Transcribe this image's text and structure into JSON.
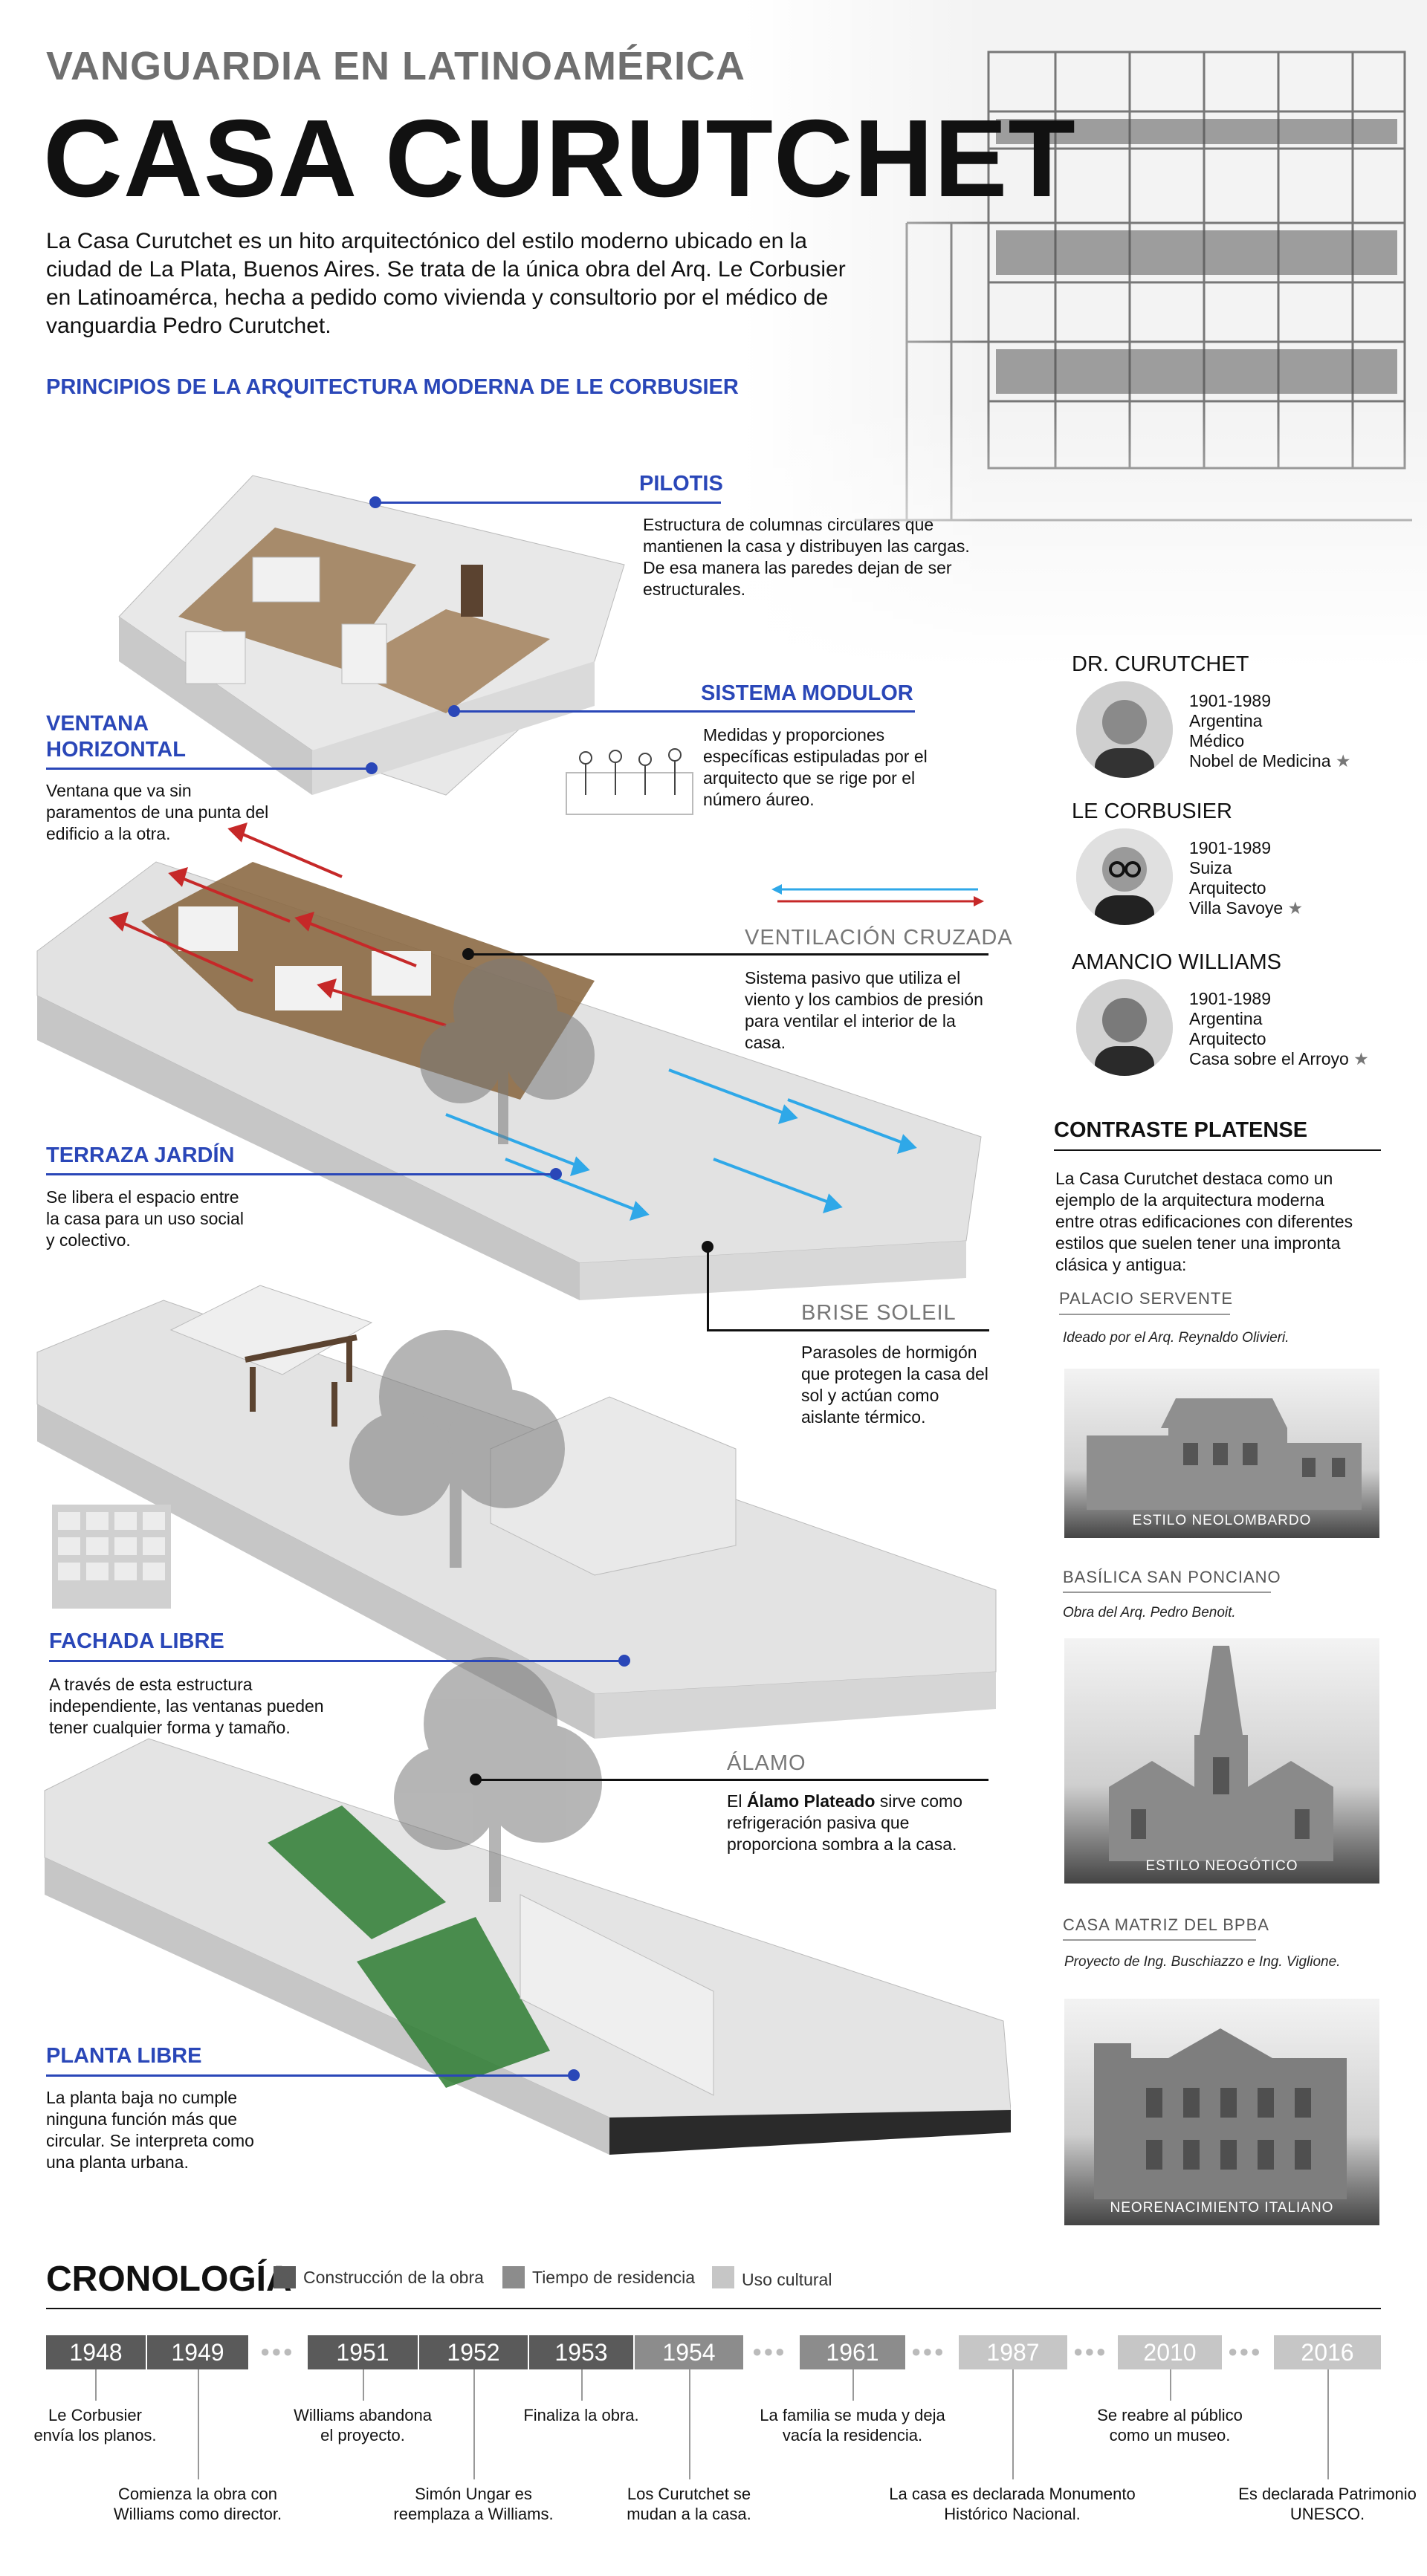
{
  "header": {
    "supertitle": "VANGUARDIA EN LATINOAMÉRICA",
    "title": "CASA CURUTCHET",
    "intro": "La Casa Curutchet es un hito arquitectónico del estilo moderno ubicado en la ciudad de La Plata, Buenos Aires. Se trata de la única obra del Arq. Le Corbusier en Latinoamérca, hecha a pedido como vivienda y consultorio por el médico de vanguardia Pedro Curutchet.",
    "principles_heading": "PRINCIPIOS DE LA ARQUITECTURA MODERNA DE LE CORBUSIER"
  },
  "principles": {
    "pilotis": {
      "title": "PILOTIS",
      "text": "Estructura de columnas circulares que mantienen la casa y distribuyen las cargas. De esa manera las paredes dejan de ser estructurales."
    },
    "modulor": {
      "title": "SISTEMA MODULOR",
      "text": "Medidas y proporciones específicas estipuladas por el arquitecto que se rige por el número áureo."
    },
    "ventana": {
      "title": "VENTANA HORIZONTAL",
      "text": "Ventana que va sin paramentos de una punta del edificio a la otra."
    },
    "ventilacion": {
      "title": "VENTILACIÓN CRUZADA",
      "text": "Sistema pasivo que utiliza el viento y los cambios de presión para ventilar el interior de la casa."
    },
    "terraza": {
      "title": "TERRAZA JARDÍN",
      "text": "Se libera el espacio entre la casa para un uso social y colectivo."
    },
    "brise": {
      "title": "BRISE SOLEIL",
      "text": "Parasoles de hormigón que protegen la casa del sol y actúan como aislante térmico."
    },
    "fachada": {
      "title": "FACHADA LIBRE",
      "text": "A través de esta estructura independiente, las ventanas pueden tener cualquier forma y tamaño."
    },
    "alamo": {
      "title": "ÁLAMO",
      "text_prefix": "El ",
      "text_bold": "Álamo Plateado",
      "text_suffix": " sirve como refrigeración pasiva que proporciona sombra a la casa."
    },
    "planta": {
      "title": "PLANTA LIBRE",
      "text": "La planta baja no cumple ninguna función más que circular. Se interpreta como una planta urbana."
    }
  },
  "people": [
    {
      "name": "DR. CURUTCHET",
      "years": "1901-1989",
      "country": "Argentina",
      "role": "Médico",
      "award": "Nobel de Medicina"
    },
    {
      "name": "LE CORBUSIER",
      "years": "1901-1989",
      "country": "Suiza",
      "role": "Arquitecto",
      "award": "Villa Savoye"
    },
    {
      "name": "AMANCIO WILLIAMS",
      "years": "1901-1989",
      "country": "Argentina",
      "role": "Arquitecto",
      "award": "Casa sobre el Arroyo"
    }
  ],
  "contraste": {
    "title": "CONTRASTE PLATENSE",
    "text": "La Casa Curutchet destaca como un ejemplo de la arquitectura moderna entre otras edificaciones con diferentes estilos  que suelen tener una impronta clásica y antigua:",
    "buildings": [
      {
        "name": "PALACIO SERVENTE",
        "credit": "Ideado por el Arq. Reynaldo Olivieri.",
        "style": "ESTILO NEOLOMBARDO"
      },
      {
        "name": "BASÍLICA SAN PONCIANO",
        "credit": "Obra del Arq. Pedro Benoit.",
        "style": "ESTILO NEOGÓTICO"
      },
      {
        "name": "CASA MATRIZ DEL BPBA",
        "credit": "Proyecto de Ing. Buschiazzo e Ing. Viglione.",
        "style": "NEORENACIMIENTO ITALIANO"
      }
    ]
  },
  "cronologia": {
    "title": "CRONOLOGÍA",
    "legend": [
      {
        "label": "Construcción de la obra",
        "color": "#5a5a5a"
      },
      {
        "label": "Tiempo de residencia",
        "color": "#8c8c8c"
      },
      {
        "label": "Uso cultural",
        "color": "#c6c6c6"
      }
    ],
    "years": [
      "1948",
      "1949",
      "1951",
      "1952",
      "1953",
      "1954",
      "1961",
      "1987",
      "2010",
      "2016"
    ],
    "events_top": [
      "Le Corbusier envía los planos.",
      "Williams abandona el proyecto.",
      "Finaliza la obra.",
      "La familia se muda y deja vacía la residencia.",
      "Se reabre al público como un museo."
    ],
    "events_bottom": [
      "Comienza la obra con Williams como director.",
      "Simón Ungar es reemplaza a Williams.",
      "Los Curutchet se mudan a la casa.",
      "La casa es declarada Monumento Histórico Nacional.",
      "Es declarada Patrimonio UNESCO."
    ]
  },
  "icons": {
    "star": "star-icon",
    "ellipsis": "ellipsis-icon"
  }
}
